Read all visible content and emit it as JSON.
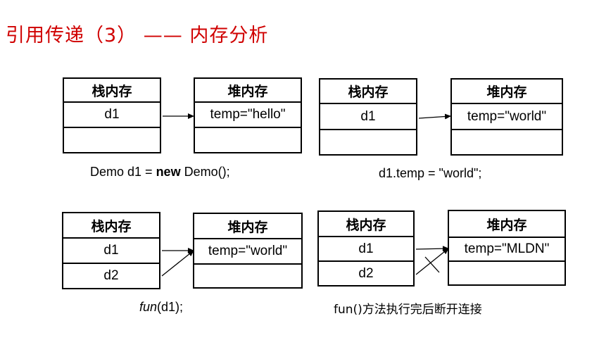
{
  "title": "引用传递（3） —— 内存分析",
  "labels": {
    "stack": "栈内存",
    "heap": "堆内存"
  },
  "panels": [
    {
      "stack": [
        "d1",
        ""
      ],
      "heap": [
        "temp=\"hello\"",
        ""
      ],
      "caption": {
        "pre": "Demo d1 = ",
        "kw": "new",
        "post": " Demo();"
      }
    },
    {
      "stack": [
        "d1",
        ""
      ],
      "heap": [
        "temp=\"world\"",
        ""
      ],
      "caption": {
        "text": "d1.temp = \"world\";"
      }
    },
    {
      "stack": [
        "d1",
        "d2"
      ],
      "heap": [
        "temp=\"world\"",
        ""
      ],
      "caption": {
        "it": "fun",
        "post": "(d1);"
      }
    },
    {
      "stack": [
        "d1",
        "d2"
      ],
      "heap": [
        "temp=\"MLDN\"",
        ""
      ],
      "caption": {
        "text": "fun()方法执行完后断开连接"
      }
    }
  ]
}
